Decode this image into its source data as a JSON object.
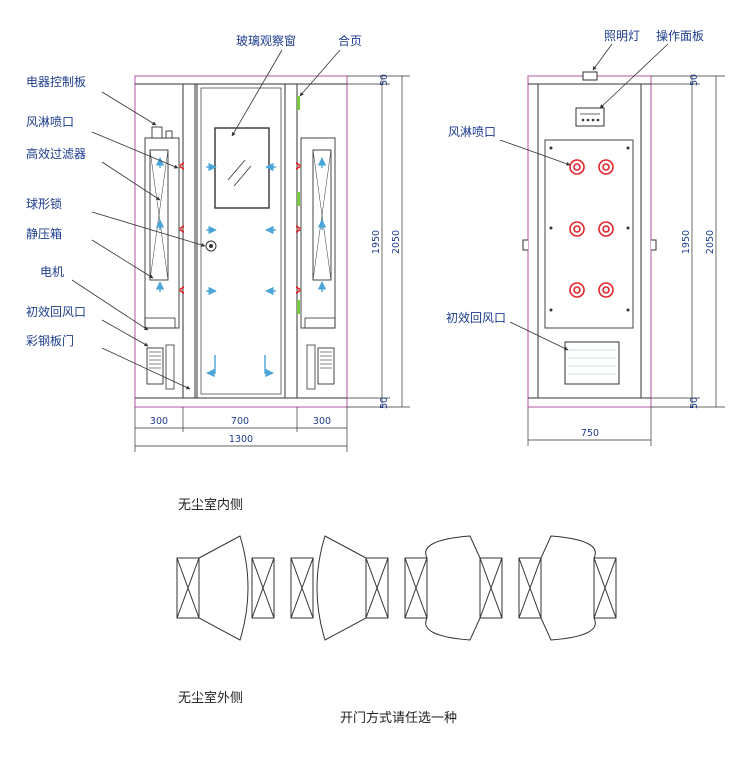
{
  "front_view": {
    "labels": {
      "control_panel": "电器控制板",
      "air_nozzle": "风淋喷口",
      "hepa_filter": "高效过滤器",
      "ball_lock": "球形锁",
      "plenum_box": "静压箱",
      "motor": "电机",
      "return_vent": "初效回风口",
      "steel_door": "彩钢板门",
      "glass_window": "玻璃观察窗",
      "hinge": "合页"
    },
    "dims": {
      "w_left": "300",
      "w_mid": "700",
      "w_right": "300",
      "w_total": "1300",
      "h_top": "50",
      "h_mid": "1950",
      "h_total": "2050",
      "h_bottom": "50"
    }
  },
  "side_view": {
    "labels": {
      "light": "照明灯",
      "panel": "操作面板",
      "air_nozzle": "风淋喷口",
      "return_vent": "初效回风口"
    },
    "dims": {
      "h_top": "50",
      "h_mid": "1950",
      "h_total": "2050",
      "h_bottom": "50",
      "width": "750"
    }
  },
  "door_diagram": {
    "inside_label": "无尘室内侧",
    "outside_label": "无尘室外侧",
    "note": "开门方式请任选一种"
  },
  "colors": {
    "label_text": "#1d3c8f",
    "outline": "#333333",
    "frame_pink": "#c77cb8",
    "nozzle_red": "#e0262b",
    "arrow_blue": "#4aa6d8",
    "hinge_green": "#7ac943"
  }
}
